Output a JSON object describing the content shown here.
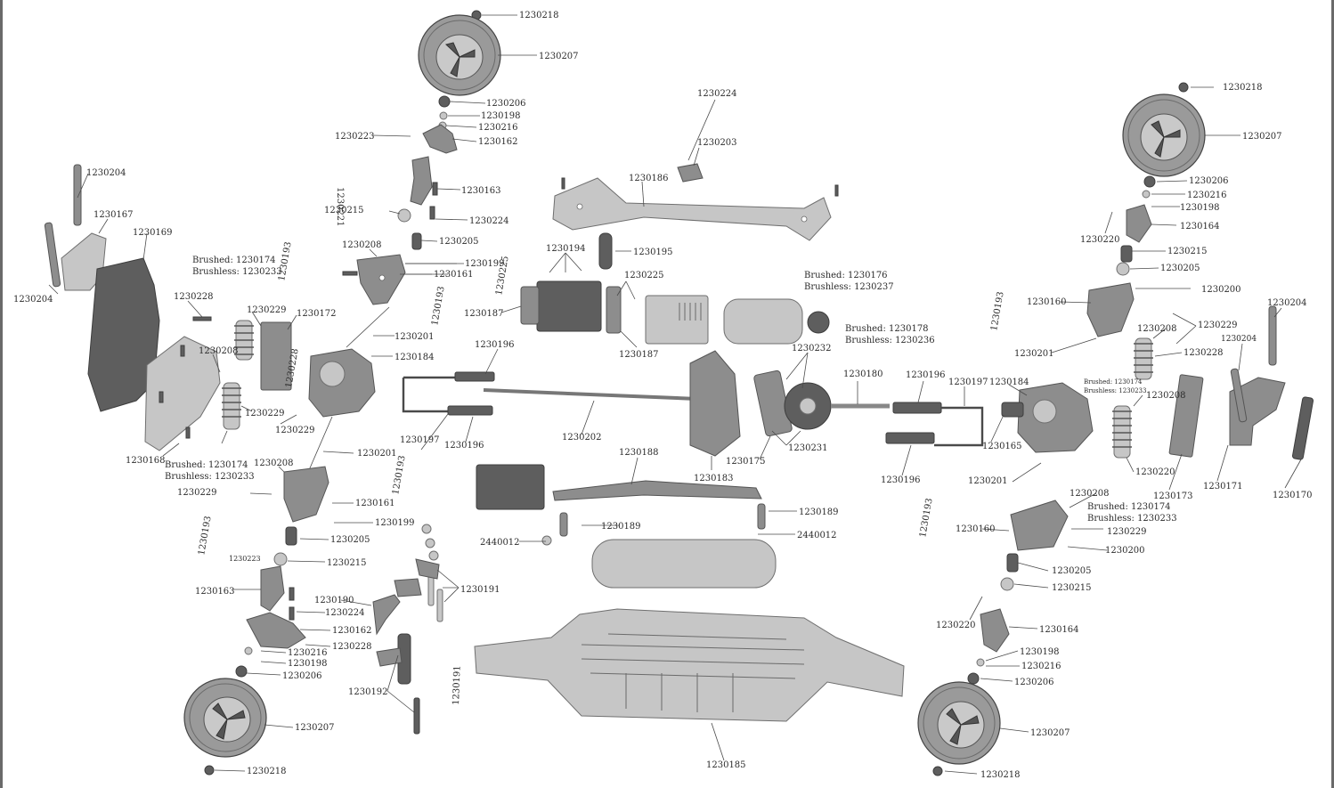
{
  "parts": {
    "p1230218": "1230218",
    "p1230207": "1230207",
    "p1230206": "1230206",
    "p1230198": "1230198",
    "p1230216": "1230216",
    "p1230162": "1230162",
    "p1230163": "1230163",
    "p1230215": "1230215",
    "p1230224": "1230224",
    "p1230205": "1230205",
    "p1230199": "1230199",
    "p1230161": "1230161",
    "p1230208": "1230208",
    "p1230223": "1230223",
    "p1230221": "1230221",
    "p1230193": "1230193",
    "p1230204": "1230204",
    "p1230167": "1230167",
    "p1230169": "1230169",
    "p1230228": "1230228",
    "p1230229": "1230229",
    "p1230172": "1230172",
    "p1230201": "1230201",
    "p1230184": "1230184",
    "p1230168": "1230168",
    "p1230197": "1230197",
    "p1230196": "1230196",
    "p1230202": "1230202",
    "p1230186": "1230186",
    "p1230203": "1230203",
    "p1230194": "1230194",
    "p1230195": "1230195",
    "p1230225": "1230225",
    "p1230187": "1230187",
    "p1230183": "1230183",
    "p1230188": "1230188",
    "p1230189": "1230189",
    "p2440012": "2440012",
    "p1230185": "1230185",
    "p1230190": "1230190",
    "p1230191": "1230191",
    "p1230192": "1230192",
    "p1230175": "1230175",
    "p1230232": "1230232",
    "p1230231": "1230231",
    "p1230180": "1230180",
    "p1230165": "1230165",
    "p1230160": "1230160",
    "p1230164": "1230164",
    "p1230220": "1230220",
    "p1230200": "1230200",
    "p1230173": "1230173",
    "p1230171": "1230171",
    "p1230170": "1230170"
  },
  "motor_labels": {
    "brushed_1230174": "Brushed:   1230174",
    "brushless_1230233": "Brushless: 1230233",
    "brushed_1230176": "Brushed:   1230176",
    "brushless_1230237": "Brushless: 1230237",
    "brushed_1230178": "Brushed:   1230178",
    "brushless_1230236": "Brushless: 1230236"
  },
  "colors": {
    "frame": "#6a6a6a",
    "part": "#8d8d8d",
    "part_dark": "#5e5e5e",
    "part_light": "#c6c6c6",
    "label": "#2b2b2b"
  }
}
